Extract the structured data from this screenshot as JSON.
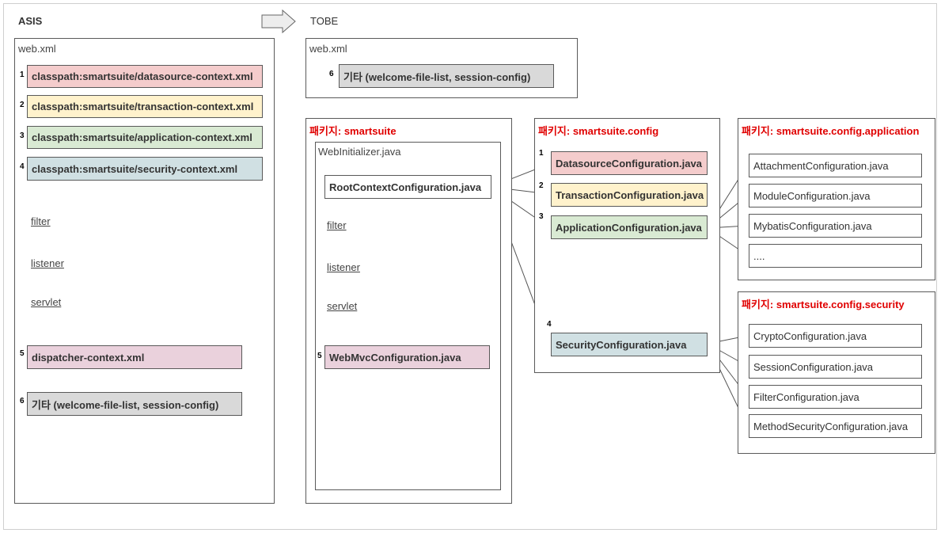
{
  "headings": {
    "asis": "ASIS",
    "tobe": "TOBE"
  },
  "asis": {
    "panel_title": "web.xml",
    "contexts": [
      {
        "num": "1",
        "label": "classpath:smartsuite/datasource-context.xml",
        "color": "#f4cccc"
      },
      {
        "num": "2",
        "label": "classpath:smartsuite/transaction-context.xml",
        "color": "#fff2cc"
      },
      {
        "num": "3",
        "label": "classpath:smartsuite/application-context.xml",
        "color": "#d9ead3"
      },
      {
        "num": "4",
        "label": "classpath:smartsuite/security-context.xml",
        "color": "#d0e0e3"
      }
    ],
    "links": [
      "filter",
      "listener",
      "servlet"
    ],
    "dispatcher": {
      "num": "5",
      "label": "dispatcher-context.xml"
    },
    "etc": {
      "num": "6",
      "label": "기타 (welcome-file-list, session-config)"
    }
  },
  "tobe": {
    "webxml": {
      "panel_title": "web.xml",
      "etc_num": "6",
      "etc_label": "기타 (welcome-file-list, session-config)"
    },
    "pkg_smartsuite": {
      "title": "패키지: smartsuite",
      "initializer_title": "WebInitializer.java",
      "root_context": "RootContextConfiguration.java",
      "links": [
        "filter",
        "listener",
        "servlet"
      ],
      "webmvc_num": "5",
      "webmvc": "WebMvcConfiguration.java"
    },
    "pkg_config": {
      "title": "패키지: smartsuite.config",
      "items": [
        {
          "num": "1",
          "label": "DatasourceConfiguration.java"
        },
        {
          "num": "2",
          "label": "TransactionConfiguration.java"
        },
        {
          "num": "3",
          "label": "ApplicationConfiguration.java"
        },
        {
          "num": "4",
          "label": "SecurityConfiguration.java"
        }
      ]
    },
    "pkg_application": {
      "title": "패키지: smartsuite.config.application",
      "items": [
        "AttachmentConfiguration.java",
        "ModuleConfiguration.java",
        "MybatisConfiguration.java",
        "...."
      ]
    },
    "pkg_security": {
      "title": "패키지: smartsuite.config.security",
      "items": [
        "CryptoConfiguration.java",
        "SessionConfiguration.java",
        "FilterConfiguration.java",
        "MethodSecurityConfiguration.java"
      ]
    }
  },
  "colors": {
    "red": "#f4cccc",
    "yellow": "#fff2cc",
    "green": "#d9ead3",
    "blue": "#d0e0e3",
    "pink": "#ead1dc",
    "gray": "#d9d9d9",
    "package_title": "#e00000"
  }
}
